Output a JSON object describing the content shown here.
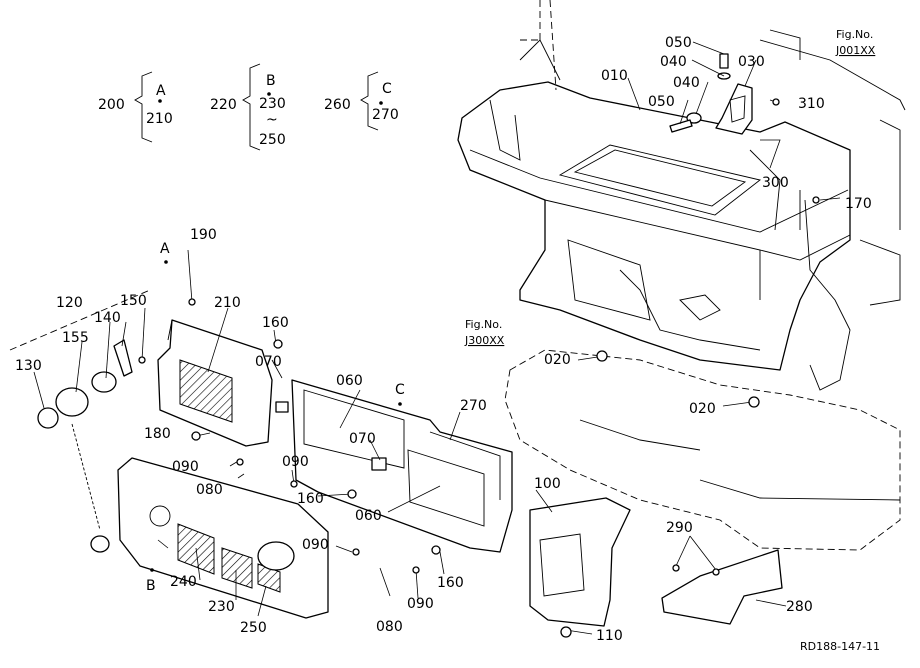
{
  "figure_refs": [
    {
      "prefix": "Fig.No.",
      "code": "J001XX"
    },
    {
      "prefix": "Fig.No.",
      "code": "J300XX"
    }
  ],
  "groups": [
    {
      "set": "200",
      "sub": "A",
      "items": [
        "210"
      ],
      "range": ""
    },
    {
      "set": "220",
      "sub": "B",
      "items": [
        "230",
        "250"
      ],
      "range": "~"
    },
    {
      "set": "260",
      "sub": "C",
      "items": [
        "270"
      ],
      "range": ""
    }
  ],
  "callouts": [
    "010",
    "020",
    "020",
    "030",
    "040",
    "040",
    "050",
    "050",
    "060",
    "060",
    "070",
    "070",
    "080",
    "080",
    "090",
    "090",
    "090",
    "090",
    "100",
    "110",
    "120",
    "130",
    "140",
    "150",
    "155",
    "160",
    "160",
    "160",
    "170",
    "180",
    "190",
    "210",
    "230",
    "240",
    "250",
    "270",
    "280",
    "290",
    "300",
    "310"
  ],
  "assembly_letters": [
    "A",
    "B",
    "C"
  ],
  "drawing_code": "RD188-147-11"
}
